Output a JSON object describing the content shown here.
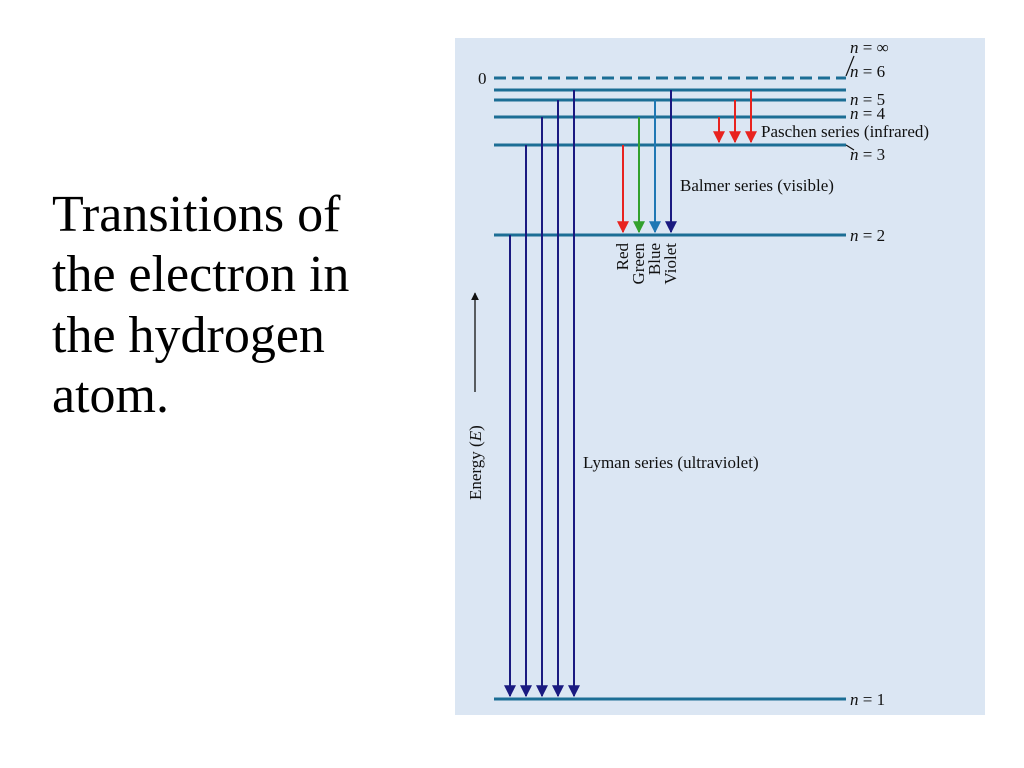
{
  "caption": {
    "lines": [
      "Transitions of",
      "the electron in",
      "the hydrogen",
      "atom."
    ]
  },
  "diagram": {
    "zero_label": "0",
    "axis_label": "Energy (E)",
    "levels": [
      {
        "n": "1",
        "label": "n = 1"
      },
      {
        "n": "2",
        "label": "n = 2"
      },
      {
        "n": "3",
        "label": "n = 3"
      },
      {
        "n": "4",
        "label": "n = 4"
      },
      {
        "n": "5",
        "label": "n = 5"
      },
      {
        "n": "6",
        "label": "n = 6"
      },
      {
        "n": "∞",
        "label": "n = ∞"
      }
    ],
    "series": [
      {
        "key": "lyman",
        "label": "Lyman series (ultraviolet)"
      },
      {
        "key": "balmer",
        "label": "Balmer series (visible)"
      },
      {
        "key": "paschen",
        "label": "Paschen series (infrared)"
      }
    ],
    "balmer_lines": [
      {
        "name": "Red",
        "color": "#e8231f"
      },
      {
        "name": "Green",
        "color": "#33a02c"
      },
      {
        "name": "Blue",
        "color": "#1f78b4"
      },
      {
        "name": "Violet",
        "color": "#1a1a80"
      }
    ],
    "colors": {
      "background": "#dbe6f3",
      "level_line": "#1c6e95",
      "lyman_arrow": "#1a1a80",
      "paschen_arrow": "#e8231f"
    }
  }
}
